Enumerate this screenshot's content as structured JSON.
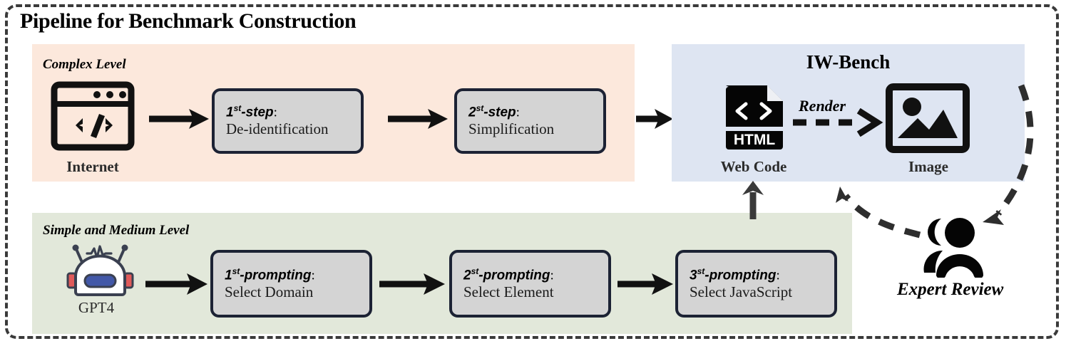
{
  "figure": {
    "title": "Pipeline for Benchmark Construction",
    "colors": {
      "complex_panel": "#FCE8DC",
      "simple_panel": "#E2E8DA",
      "bench_panel": "#DEE5F2",
      "box_fill": "#D4D4D4",
      "box_border": "#1c2234",
      "arrow": "#111111",
      "frame": "#3a3a3a"
    }
  },
  "complex_track": {
    "label": "Complex Level",
    "source": {
      "caption": "Internet",
      "icon": "browser-code-icon"
    },
    "steps": [
      {
        "ordinal": "1",
        "suffix": "st",
        "kind": "-step",
        "colon": ":",
        "body": "De-identification"
      },
      {
        "ordinal": "2",
        "suffix": "st",
        "kind": "-step",
        "colon": ":",
        "body": "Simplification"
      }
    ]
  },
  "simple_track": {
    "label": "Simple and Medium Level",
    "source": {
      "caption": "GPT4",
      "icon": "robot-icon"
    },
    "steps": [
      {
        "ordinal": "1",
        "suffix": "st",
        "kind": "-prompting",
        "colon": ":",
        "body": "Select Domain"
      },
      {
        "ordinal": "2",
        "suffix": "st",
        "kind": "-prompting",
        "colon": ":",
        "body": "Select Element"
      },
      {
        "ordinal": "3",
        "suffix": "st",
        "kind": "-prompting",
        "colon": ":",
        "body": "Select JavaScript"
      }
    ]
  },
  "bench": {
    "title": "IW-Bench",
    "web_code": {
      "caption": "Web Code",
      "icon": "html-file-icon",
      "file_label": "HTML"
    },
    "render_label": "Render",
    "image": {
      "caption": "Image",
      "icon": "picture-icon"
    }
  },
  "expert": {
    "label": "Expert Review",
    "icon": "two-people-icon"
  }
}
